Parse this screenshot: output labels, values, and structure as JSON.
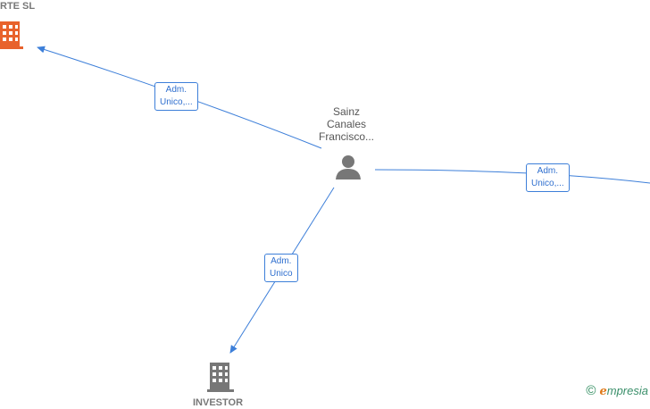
{
  "nodes": {
    "top_company": {
      "label": "RTE  SL",
      "icon": "building-icon",
      "color": "#e8622c"
    },
    "person": {
      "label_lines": [
        "Sainz",
        "Canales",
        "Francisco..."
      ],
      "icon": "person-icon",
      "color": "#777777"
    },
    "bottom_company": {
      "label": "INVESTOR",
      "icon": "building-icon",
      "color": "#777777"
    }
  },
  "edges": {
    "to_top_company": {
      "label_lines": [
        "Adm.",
        "Unico,..."
      ]
    },
    "to_right_company": {
      "label_lines": [
        "Adm.",
        "Unico,..."
      ]
    },
    "to_bottom_company": {
      "label_lines": [
        "Adm.",
        "Unico"
      ]
    }
  },
  "colors": {
    "edge": "#3d7fd9"
  },
  "brand": {
    "copyright": "©",
    "e": "e",
    "rest": "mpresia"
  }
}
